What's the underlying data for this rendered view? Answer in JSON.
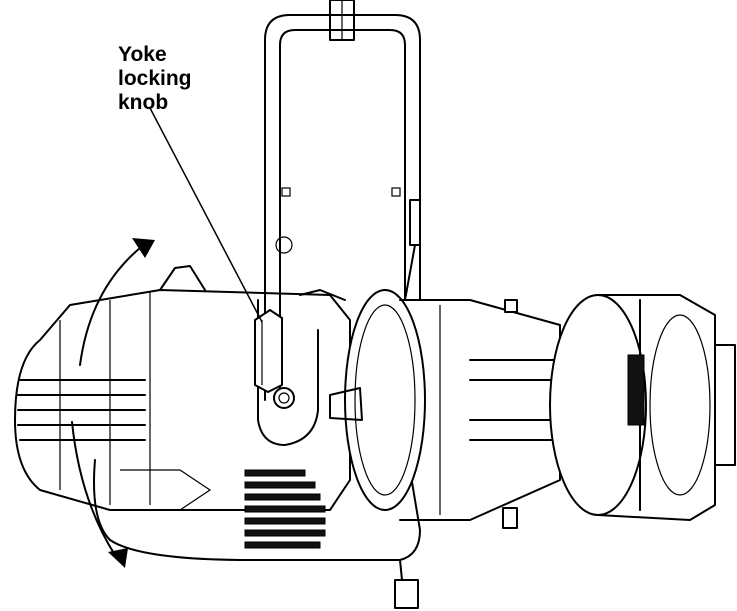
{
  "callout": {
    "lines": [
      "Yoke",
      "locking",
      "knob"
    ]
  },
  "colors": {
    "ink": "#000000",
    "background": "#ffffff"
  }
}
